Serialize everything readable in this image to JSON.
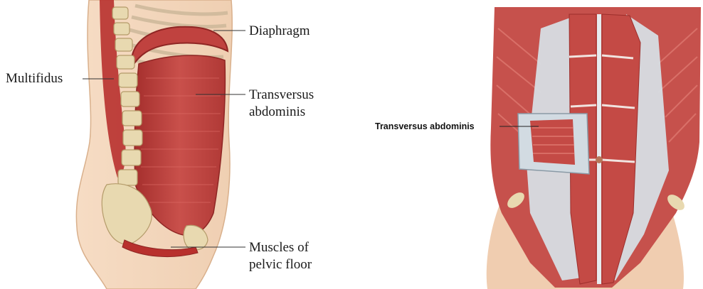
{
  "left_figure": {
    "labels": {
      "diaphragm": "Diaphragm",
      "multifidus": "Multifidus",
      "transversus_line1": "Transversus",
      "transversus_line2": "abdominis",
      "pelvic_line1": "Muscles of",
      "pelvic_line2": "pelvic floor"
    }
  },
  "right_figure": {
    "labels": {
      "transversus": "Transversus abdominis"
    }
  },
  "colors": {
    "muscle": "#c0423f",
    "muscle_dark": "#9e2b2a",
    "skin": "#f2d2b4",
    "bone": "#e8d9b0",
    "fascia": "#d7dde3"
  }
}
